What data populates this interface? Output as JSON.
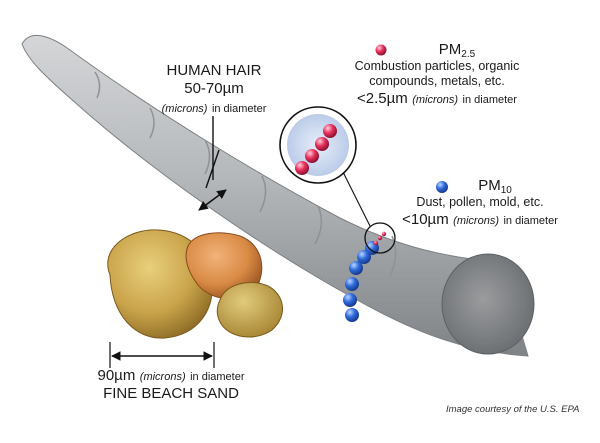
{
  "hair": {
    "title": "HUMAN HAIR",
    "size": "50-70µm",
    "unit_note": "(microns)",
    "diameter_text": "in diameter"
  },
  "pm25": {
    "name": "PM",
    "name_sub": "2.5",
    "line1": "Combustion particles, organic",
    "line2": "compounds, metals, etc.",
    "size": "<2.5µm",
    "unit_note": "(microns)",
    "diameter_text": "in diameter",
    "color": "#e8315b"
  },
  "pm10": {
    "name": "PM",
    "name_sub": "10",
    "line1": "Dust, pollen, mold, etc.",
    "size": "<10µm",
    "unit_note": "(microns)",
    "diameter_text": "in diameter",
    "color": "#2f6bdc"
  },
  "sand": {
    "size": "90µm",
    "unit_note": "(microns)",
    "diameter_text": "in diameter",
    "title": "FINE BEACH SAND"
  },
  "credit": "Image courtesy of the U.S. EPA",
  "colors": {
    "hair": "#b9bcbe",
    "hair_shadow": "#8a8d90",
    "sand_gold": "#c9a34a",
    "sand_orange": "#d98b45"
  }
}
